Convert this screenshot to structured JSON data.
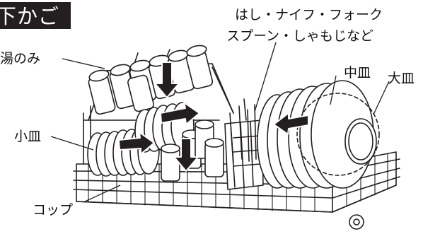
{
  "header": {
    "title": "下かご"
  },
  "labels": {
    "cups_top": "湯のみ",
    "utensils_line1": "はし・ナイフ・フォーク",
    "utensils_line2": "スプーン・しゃもじなど",
    "medium_plate": "中皿",
    "large_plate": "大皿",
    "small_plate": "小皿",
    "cup": "コップ"
  },
  "colors": {
    "line": "#231f20",
    "arrow": "#231f20",
    "background": "#ffffff"
  }
}
